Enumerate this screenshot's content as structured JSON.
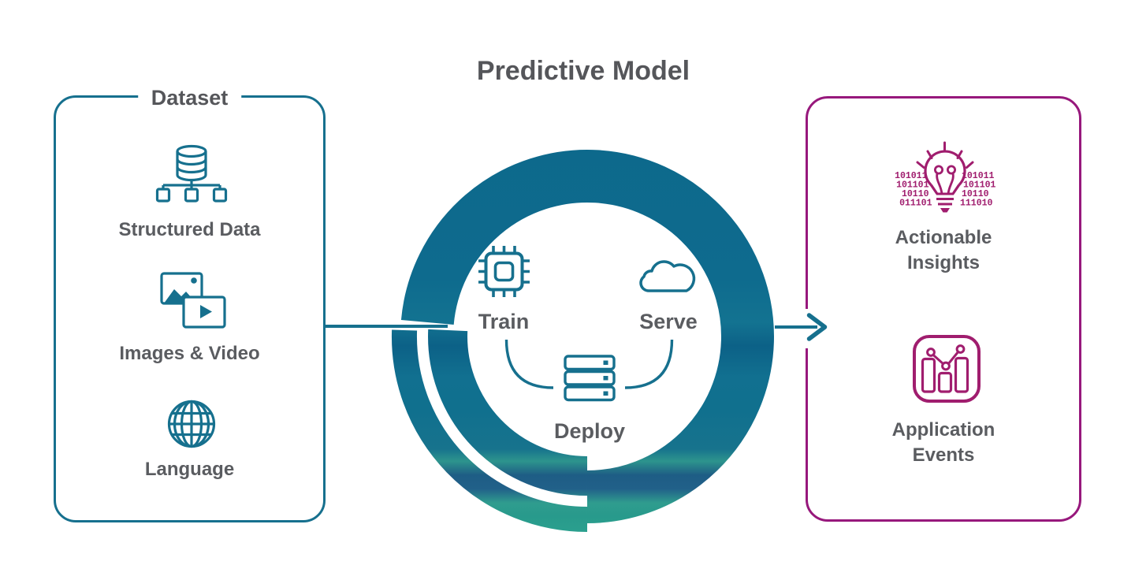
{
  "title": "Predictive Model",
  "colors": {
    "teal": "#16708e",
    "ring_teal": "#0e6a8d",
    "ring_green": "#2f9c8e",
    "ring_dark_blue": "#1e5d85",
    "magenta_border": "#97187c",
    "magenta_icon": "#a01d6e",
    "text_gray": "#5a5c60"
  },
  "dataset_box": {
    "legend": "Dataset",
    "items": [
      {
        "label": "Structured Data",
        "icon": "database-tree-icon"
      },
      {
        "label": "Images & Video",
        "icon": "images-video-icon"
      },
      {
        "label": "Language",
        "icon": "globe-icon"
      }
    ]
  },
  "model_cycle": {
    "steps": [
      {
        "label": "Train",
        "icon": "chip-icon"
      },
      {
        "label": "Serve",
        "icon": "cloud-icon"
      },
      {
        "label": "Deploy",
        "icon": "server-stack-icon"
      }
    ]
  },
  "output_box": {
    "items": [
      {
        "label": "Actionable\nInsights",
        "icon": "idea-bulb-binary-icon"
      },
      {
        "label": "Application\nEvents",
        "icon": "app-events-icon"
      }
    ],
    "binary_left": [
      "101011",
      "101101",
      "10110",
      "011101"
    ],
    "binary_right": [
      "101011",
      "101101",
      "10110",
      "111010"
    ]
  }
}
